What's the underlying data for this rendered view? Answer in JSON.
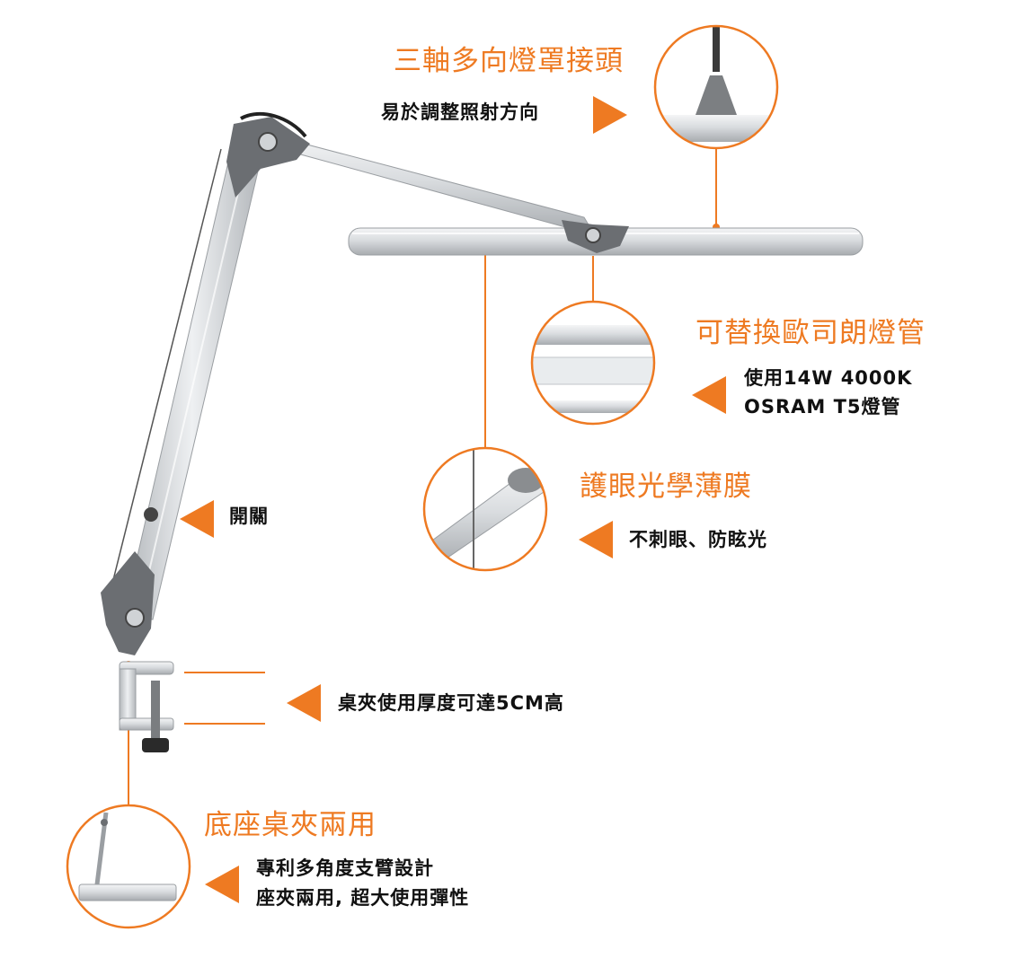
{
  "colors": {
    "accent": "#ee7a22",
    "text": "#111111",
    "metal": "#cfd3d6",
    "joint": "#6b6e72",
    "background": "#ffffff"
  },
  "features": {
    "shade_joint": {
      "title": "三軸多向燈罩接頭",
      "desc": "易於調整照射方向"
    },
    "tube": {
      "title": "可替換歐司朗燈管",
      "desc_line1": "使用14W 4000K",
      "desc_line2": "OSRAM T5燈管"
    },
    "film": {
      "title": "護眼光學薄膜",
      "desc": "不刺眼、防眩光"
    },
    "switch": {
      "desc": "開關"
    },
    "clamp": {
      "desc": "桌夾使用厚度可達5CM高"
    },
    "base": {
      "title": "底座桌夾兩用",
      "desc_line1": "專利多角度支臂設計",
      "desc_line2": "座夾兩用, 超大使用彈性"
    }
  }
}
